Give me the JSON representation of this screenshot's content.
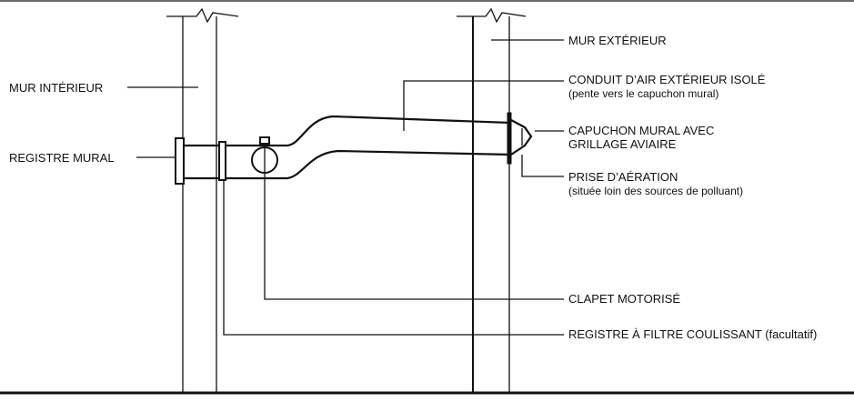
{
  "labels": {
    "interior_wall": "MUR INTÉRIEUR",
    "wall_register": "REGISTRE MURAL",
    "exterior_wall": "MUR EXTÉRIEUR",
    "insulated_duct": "CONDUIT D’AIR EXTÉRIEUR ISOLÉ",
    "insulated_duct_note": "(pente vers le capuchon mural)",
    "wall_cap_line1": "CAPUCHON MURAL AVEC",
    "wall_cap_line2": "GRILLAGE AVIAIRE",
    "air_intake": "PRISE D’AÉRATION",
    "air_intake_note": "(située loin des sources de polluant)",
    "motorized_damper": "CLAPET MOTORISÉ",
    "sliding_filter_register": "REGISTRE À FILTRE COULISSANT (facultatif)"
  },
  "colors": {
    "line": "#111111",
    "background": "#ffffff"
  }
}
